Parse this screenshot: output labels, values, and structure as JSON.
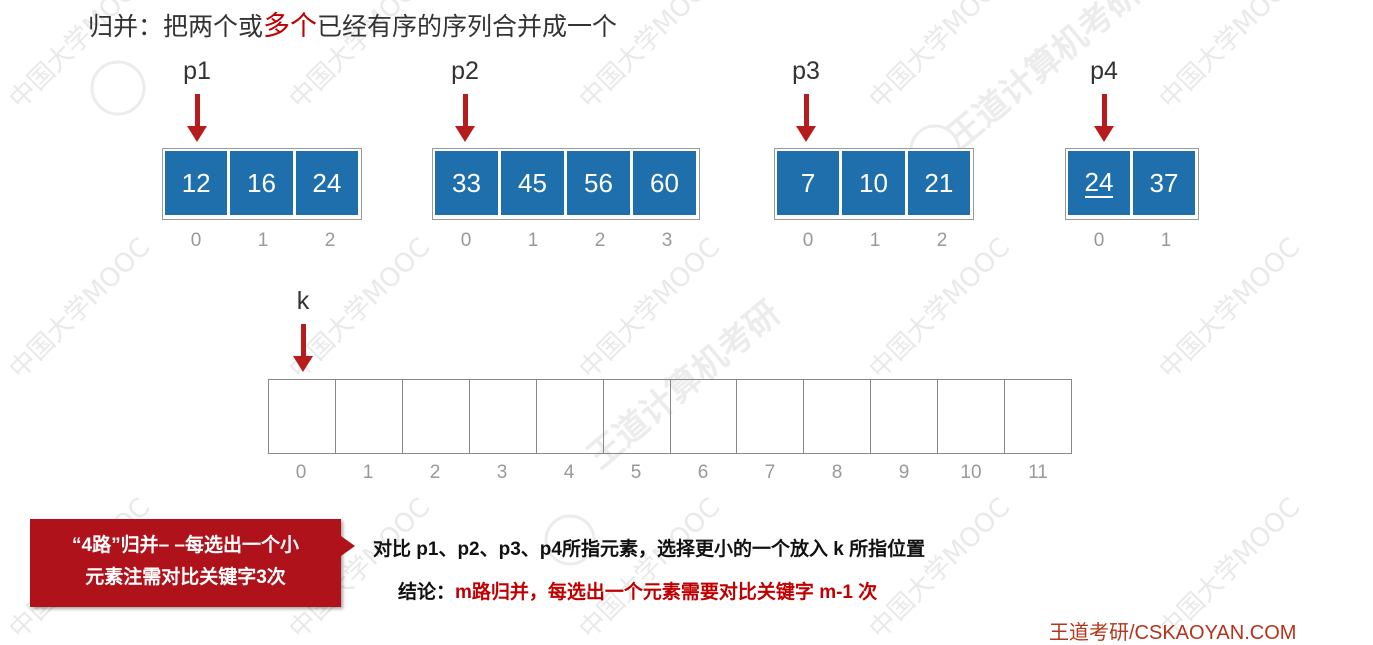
{
  "title": {
    "prefix": "归并：把两个或",
    "highlight": "多个",
    "suffix": "已经有序的序列合并成一个"
  },
  "arrays": [
    {
      "pointer": "p1",
      "values": [
        "12",
        "16",
        "24"
      ],
      "indices": [
        "0",
        "1",
        "2"
      ]
    },
    {
      "pointer": "p2",
      "values": [
        "33",
        "45",
        "56",
        "60"
      ],
      "indices": [
        "0",
        "1",
        "2",
        "3"
      ]
    },
    {
      "pointer": "p3",
      "values": [
        "7",
        "10",
        "21"
      ],
      "indices": [
        "0",
        "1",
        "2"
      ]
    },
    {
      "pointer": "p4",
      "values": [
        "24",
        "37"
      ],
      "indices": [
        "0",
        "1"
      ]
    }
  ],
  "output": {
    "pointer": "k",
    "indices": [
      "0",
      "1",
      "2",
      "3",
      "4",
      "5",
      "6",
      "7",
      "8",
      "9",
      "10",
      "11"
    ]
  },
  "callout": {
    "line1": "“4路”归并– –每选出一个小",
    "line2": "元素注需对比关键字3次"
  },
  "compare_text": "对比 p1、p2、p3、p4所指元素，选择更小的一个放入 k 所指位置",
  "conclusion": {
    "label": "结论：",
    "text": "m路归并，每选出一个元素需要对比关键字 m-1 次"
  },
  "brand": "王道考研/CSKAOYAN.COM",
  "colors": {
    "cell": "#1f6fad",
    "arrow": "#b61c1c",
    "accent": "#c00000",
    "callout": "#b0121b"
  }
}
